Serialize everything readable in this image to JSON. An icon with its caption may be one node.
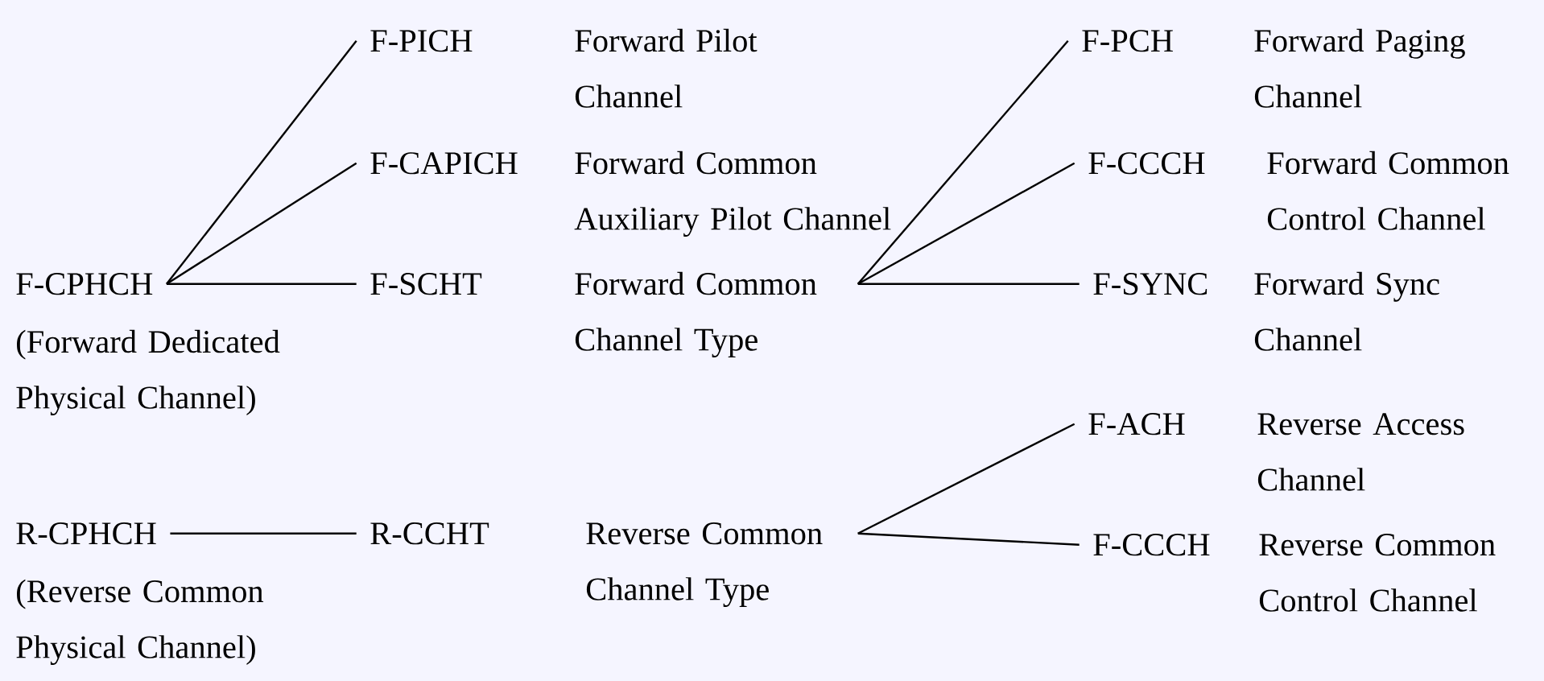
{
  "diagram": {
    "nodes": [
      {
        "text": [
          "F-CPHCH",
          "(Forward Dedicated Physical Channel)"
        ]
      },
      {
        "text": [
          "F-PICH",
          "Forward Pilot Channel"
        ]
      },
      {
        "text": [
          "F-CAPICH",
          "Forward Common Auxiliary Pilot Channel"
        ]
      },
      {
        "text": [
          "F-SCHT",
          "Forward Common Channel Type"
        ]
      },
      {
        "text": [
          "F-PCH",
          "Forward Paging Channel"
        ]
      },
      {
        "text": [
          "F-CCCH",
          "Forward Common Control Channel"
        ]
      },
      {
        "text": [
          "F-SYNC",
          "Forward Sync Channel"
        ]
      },
      {
        "text": [
          "R-CPHCH",
          "(Reverse Common Physical Channel)"
        ]
      },
      {
        "text": [
          "R-CCHT",
          "Reverse Common Channel Type"
        ]
      },
      {
        "text": [
          "F-ACH",
          "Reverse Access Channel"
        ]
      },
      {
        "text": [
          "F-CCCH",
          "Reverse Common Control Channel"
        ]
      }
    ],
    "edges": [
      {
        "from": 0,
        "to": 1,
        "arrow": "none"
      },
      {
        "from": 0,
        "to": 2,
        "arrow": "none"
      },
      {
        "from": 0,
        "to": 3,
        "arrow": "none"
      },
      {
        "from": 3,
        "to": 4,
        "arrow": "none"
      },
      {
        "from": 3,
        "to": 5,
        "arrow": "none"
      },
      {
        "from": 3,
        "to": 6,
        "arrow": "none"
      },
      {
        "from": 7,
        "to": 8,
        "arrow": "none"
      },
      {
        "from": 8,
        "to": 9,
        "arrow": "none"
      },
      {
        "from": 8,
        "to": 10,
        "arrow": "none"
      }
    ]
  }
}
